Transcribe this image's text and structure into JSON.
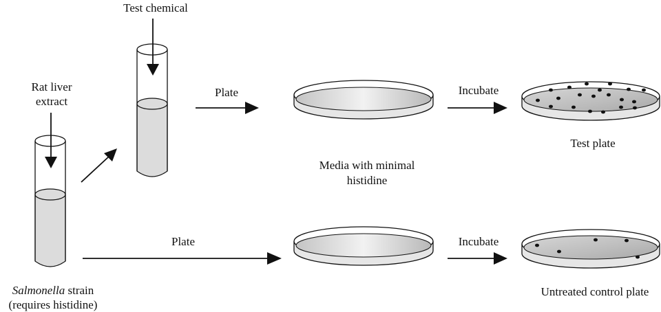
{
  "labels": {
    "test_chemical": "Test chemical",
    "rat_liver_line1": "Rat liver",
    "rat_liver_line2": "extract",
    "plate_top": "Plate",
    "plate_bottom": "Plate",
    "incubate_top": "Incubate",
    "incubate_bottom": "Incubate",
    "media_line1": "Media with minimal",
    "media_line2": "histidine",
    "test_plate": "Test plate",
    "control_plate": "Untreated control plate",
    "salmonella_italic": "Salmonella",
    "salmonella_rest": " strain",
    "requires_histidine": "(requires histidine)"
  },
  "colonies": {
    "test_plate_count": 20,
    "control_plate_count": 5
  },
  "colors": {
    "ink": "#111111",
    "liquid_fill": "#dcdcdc",
    "plate_gradient_light": "#f4f4f4",
    "plate_gradient_dark": "#bdbdbd"
  }
}
